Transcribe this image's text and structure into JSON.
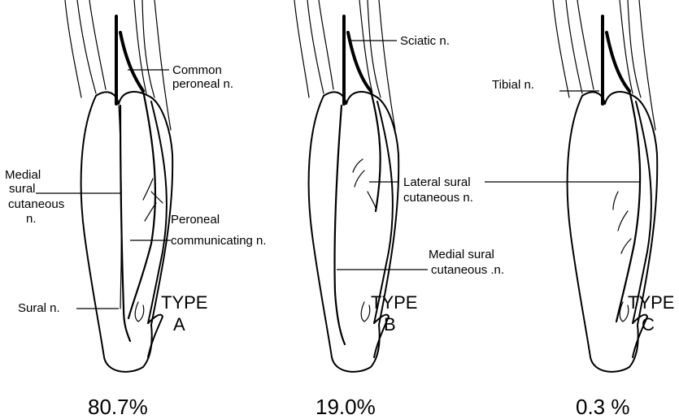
{
  "panels": [
    {
      "type_word": "TYPE",
      "type_letter": "A",
      "percent": "80.7%",
      "labels": {
        "common_peroneal_1": "Common",
        "common_peroneal_2": "peroneal n.",
        "medial_sural_1": "Medial",
        "medial_sural_2": "sural",
        "medial_sural_3": "cutaneous",
        "medial_sural_4": "n.",
        "peroneal_comm_1": "Peroneal",
        "peroneal_comm_2": "communicating n.",
        "sural": "Sural n."
      }
    },
    {
      "type_word": "TYPE",
      "type_letter": "B",
      "percent": "19.0%",
      "labels": {
        "sciatic": "Sciatic n.",
        "lateral_sural_1": "Lateral sural",
        "lateral_sural_2": "cutaneous n.",
        "medial_sural_1": "Medial sural",
        "medial_sural_2": "cutaneous .n."
      }
    },
    {
      "type_word": "TYPE",
      "type_letter": "C",
      "percent": "0.3 %",
      "labels": {
        "tibial": "Tibial n."
      }
    }
  ],
  "icons": [
    "leg-calf-illustration",
    "heel-foot-illustration"
  ]
}
